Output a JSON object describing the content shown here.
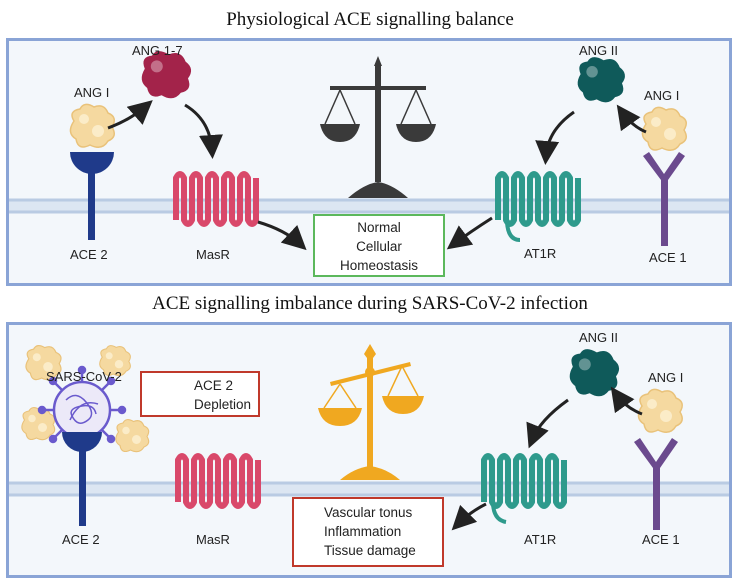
{
  "top": {
    "title": "Physiological ACE signalling balance",
    "labels": {
      "ang17": "ANG 1-7",
      "ang1_left": "ANG I",
      "ang2": "ANG II",
      "ang1_right": "ANG I",
      "ace2": "ACE 2",
      "masr": "MasR",
      "at1r": "AT1R",
      "ace1": "ACE 1"
    },
    "outcome": [
      "Normal",
      "Cellular",
      "Homeostasis"
    ]
  },
  "bottom": {
    "title": "ACE signalling imbalance during SARS-CoV-2 infection",
    "labels": {
      "virus": "SARS-CoV-2",
      "ang2": "ANG II",
      "ang1": "ANG I",
      "ace2": "ACE 2",
      "masr": "MasR",
      "at1r": "AT1R",
      "ace1": "ACE 1"
    },
    "depletion": [
      "ACE 2",
      "Depletion"
    ],
    "effects": [
      "Vascular tonus",
      "Inflammation",
      "Tissue damage"
    ]
  },
  "colors": {
    "panel_border": "#8aa4d6",
    "membrane": "#b9cbe3",
    "ang17": "#a3234a",
    "ang2": "#0f5a5a",
    "ang1": "#f5d9a0",
    "ace2": "#1f3a8a",
    "ace1": "#6b4a8e",
    "masr": "#d9486a",
    "at1r": "#2e9a8c",
    "scale_balanced": "#3a3a3a",
    "scale_imbalanced": "#f0a820",
    "virus": "#6a5acd",
    "homeostasis_border": "#5cb85c",
    "alert": "#c0392b",
    "up_arrow": "#8b1a1a"
  },
  "icons": [
    "balanced-scale-icon",
    "imbalanced-scale-icon",
    "no-sign-icon",
    "up-arrow-icon",
    "virus-icon"
  ]
}
